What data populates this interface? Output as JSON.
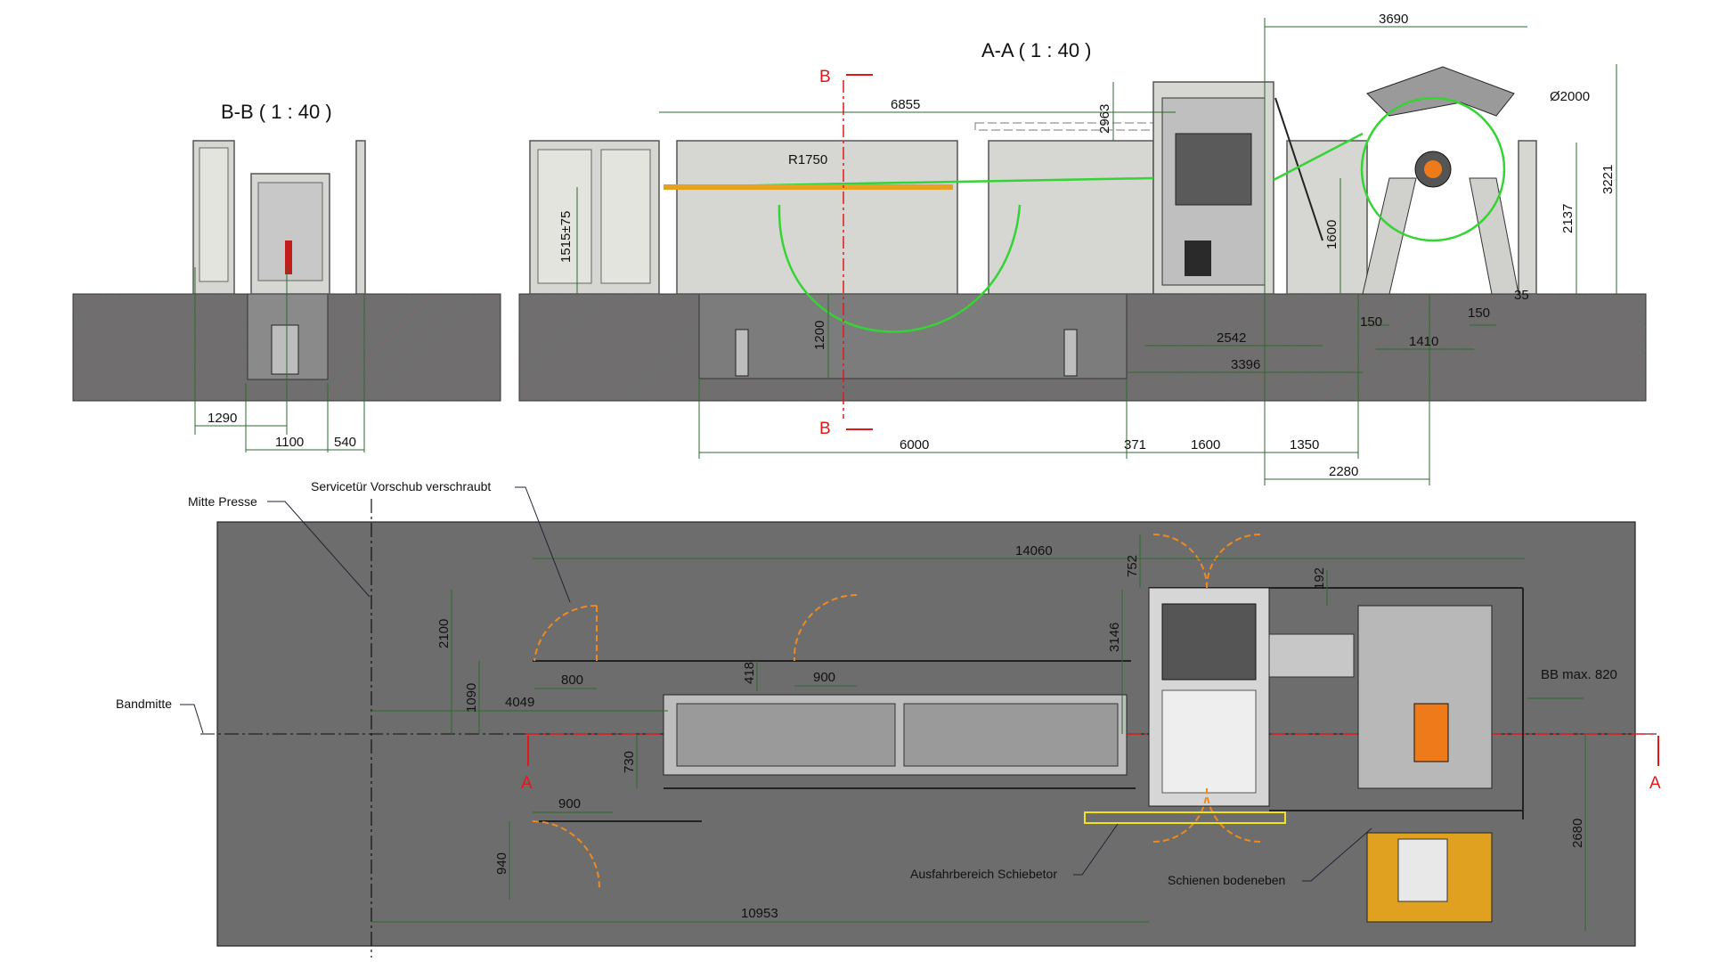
{
  "views": {
    "bb_title": "B-B ( 1 : 40 )",
    "aa_title": "A-A ( 1 : 40 )"
  },
  "section_marks": {
    "b_top": "B",
    "b_bottom": "B",
    "a_left": "A",
    "a_right": "A"
  },
  "dims_bb": {
    "d1290": "1290",
    "d1100": "1100",
    "d540": "540"
  },
  "dims_aa": {
    "d3690": "3690",
    "d6855": "6855",
    "d2963": "2963",
    "dia2000": "Ø2000",
    "r1750": "R1750",
    "d1515": "1515±75",
    "d1600v": "1600",
    "d2137": "2137",
    "d3221": "3221",
    "d35": "35",
    "d1200": "1200",
    "d2542": "2542",
    "d150a": "150",
    "d150b": "150",
    "d1410": "1410",
    "d3396": "3396",
    "d6000": "6000",
    "d371": "371",
    "d1600h": "1600",
    "d1350": "1350",
    "d2280": "2280"
  },
  "dims_plan": {
    "d14060": "14060",
    "d752": "752",
    "d192": "192",
    "d2100": "2100",
    "d3146": "3146",
    "d1090": "1090",
    "d4049": "4049",
    "d800": "800",
    "d418": "418",
    "d900a": "900",
    "d900b": "900",
    "d730": "730",
    "d940": "940",
    "d10953": "10953",
    "d2680": "2680",
    "bb_max": "BB max. 820"
  },
  "notes": {
    "mitte_presse": "Mitte Presse",
    "servicetuer": "Servicetür Vorschub verschraubt",
    "bandmitte": "Bandmitte",
    "ausfahrbereich": "Ausfahrbereich Schiebetor",
    "schienen": "Schienen bodeneben"
  },
  "colors": {
    "accent_green": "#35d435",
    "section_red": "#e01818",
    "door_orange": "#f08a1e",
    "zone_yellow": "#f2e21a"
  }
}
